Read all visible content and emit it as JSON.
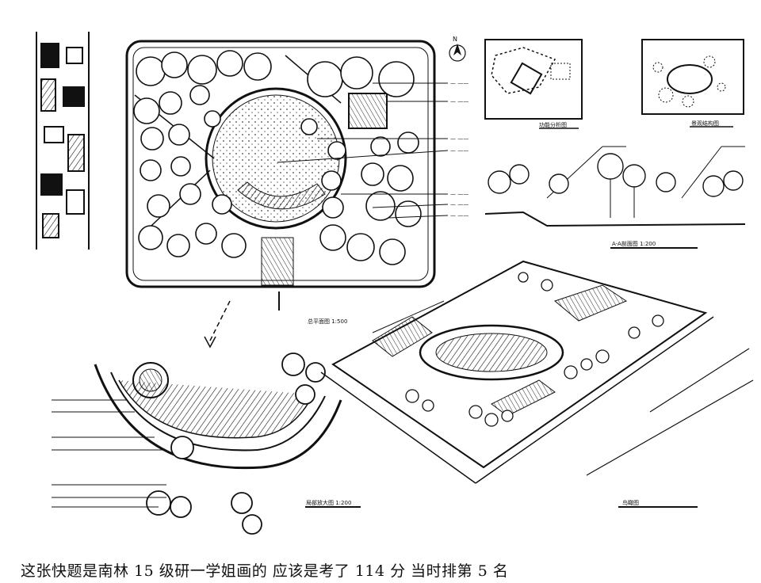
{
  "caption": "这张快题是南林 15 级研一学姐画的 应该是考了 114 分 当时排第 5 名",
  "colors": {
    "ink": "#111111",
    "paper": "#ffffff",
    "tone": "#777777"
  },
  "drawing": {
    "north_arrow": "N",
    "site_plan_label": "总平面图 1:500",
    "section_label": "A-A剖面图 1:200",
    "detail_label": "局部放大图 1:200",
    "aerial_label": "鸟瞰图",
    "diagram_1_label": "功能分析图",
    "diagram_2_label": "景观结构图"
  }
}
